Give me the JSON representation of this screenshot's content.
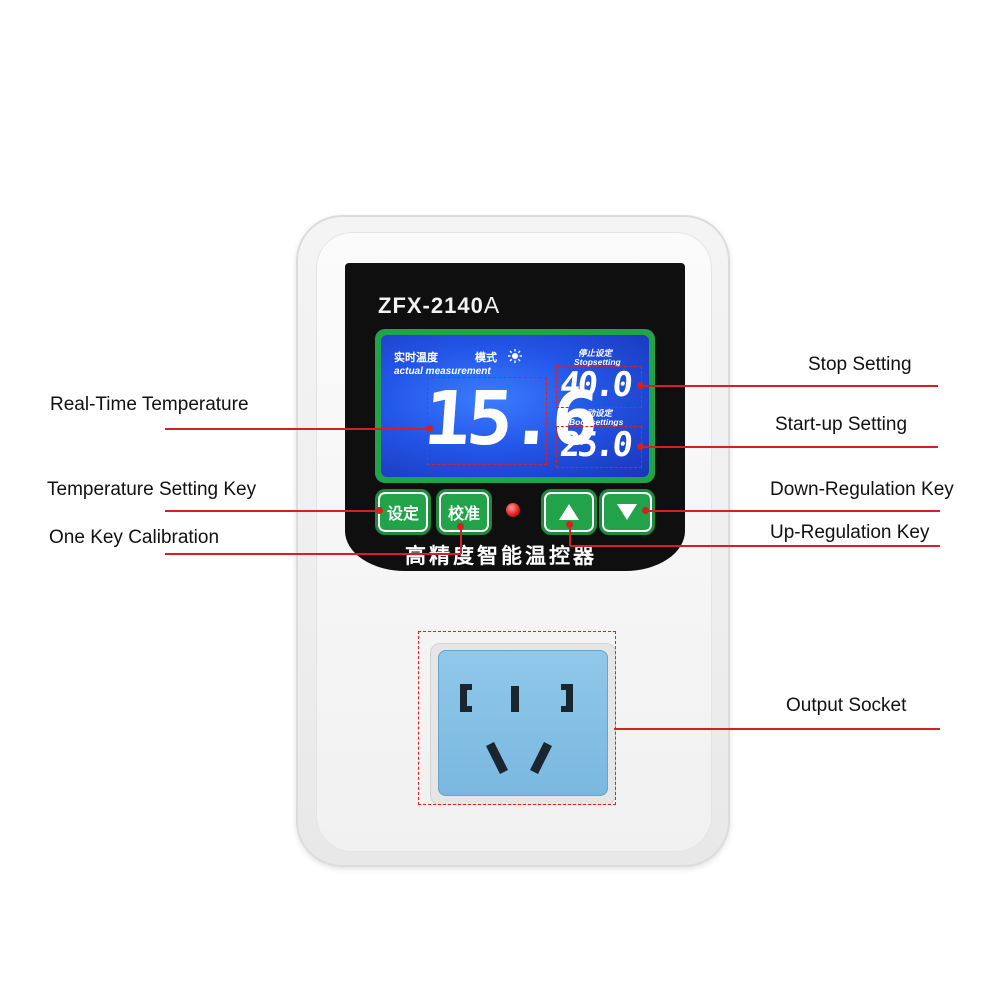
{
  "device": {
    "model": "ZFX-2140",
    "model_suffix": "A",
    "lcd": {
      "realtime_label_cn": "实时温度",
      "mode_label_cn": "模式",
      "actual_label_en": "actual measurement",
      "actual_value": "15.6",
      "stop_label_cn": "停止设定",
      "stop_label_en": "Stopsetting",
      "stop_value": "40.0",
      "boot_label_cn": "启动设定",
      "boot_label_en": "Boot settings",
      "boot_value": "25.0"
    },
    "keys": {
      "set_label": "设定",
      "calibrate_label": "校准"
    },
    "product_name_cn": "高精度智能温控器"
  },
  "callouts": {
    "stop_setting": "Stop Setting",
    "startup_setting": "Start-up Setting",
    "realtime_temperature": "Real-Time Temperature",
    "temperature_setting_key": "Temperature Setting Key",
    "down_regulation_key": "Down-Regulation Key",
    "one_key_calibration": "One Key Calibration",
    "up_regulation_key": "Up-Regulation Key",
    "output_socket": "Output Socket"
  },
  "colors": {
    "accent_green": "#22a34a",
    "lcd_blue": "#2356e8",
    "callout_red": "#d42020",
    "socket_blue": "#8fc8ea"
  }
}
